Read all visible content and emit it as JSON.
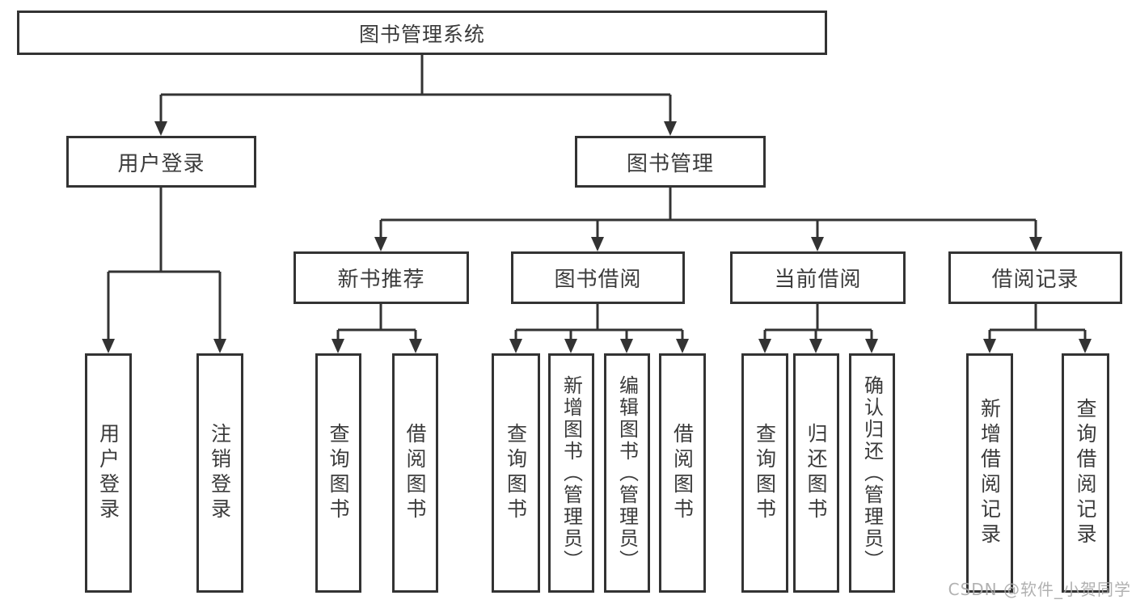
{
  "diagram": {
    "title": "图书管理系统",
    "level2": {
      "user_login": "用户登录",
      "book_mgmt": "图书管理"
    },
    "level3": {
      "new_book_rec": "新书推荐",
      "book_borrow": "图书借阅",
      "current_borrow": "当前借阅",
      "borrow_records": "借阅记录"
    },
    "leaves": {
      "user_login_leaf": "用户登录",
      "logout": "注销登录",
      "nb_query": "查询图书",
      "nb_borrow": "借阅图书",
      "bb_query": "查询图书",
      "bb_add": "新增图书（管理员）",
      "bb_edit": "编辑图书（管理员）",
      "bb_borrow": "借阅图书",
      "cb_query": "查询图书",
      "cb_return": "归还图书",
      "cb_confirm": "确认归还（管理员）",
      "br_add": "新增借阅记录",
      "br_query": "查询借阅记录"
    }
  },
  "watermark": "CSDN @软件_小贺同学",
  "colors": {
    "line": "#333333",
    "text": "#3b3b3b",
    "box_bg": "#ffffff",
    "watermark": "#a9a9a9"
  }
}
